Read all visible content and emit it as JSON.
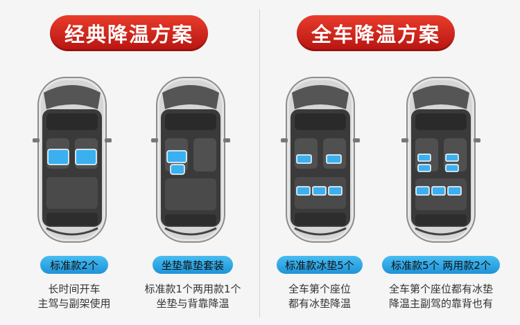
{
  "sections": [
    {
      "title": "经典降温方案"
    },
    {
      "title": "全车降温方案"
    }
  ],
  "options": [
    {
      "label": "标准款2个",
      "desc": [
        "长时间开车",
        "主驾与副架使用"
      ]
    },
    {
      "label": "坐垫靠垫套装",
      "desc": [
        "标准款1个两用款1个",
        "坐垫与背靠降温"
      ]
    },
    {
      "label": "标准款冰垫5个",
      "desc": [
        "全车第个座位",
        "都有冰垫降温"
      ]
    },
    {
      "label": "标准款5个 两用款2个",
      "desc": [
        "全车第个座位都有冰垫",
        "降温主副驾的靠背也有"
      ]
    }
  ],
  "colors": {
    "banner": "#d32018",
    "label": "#2fa6e6",
    "pad": "#3bb0f0"
  }
}
